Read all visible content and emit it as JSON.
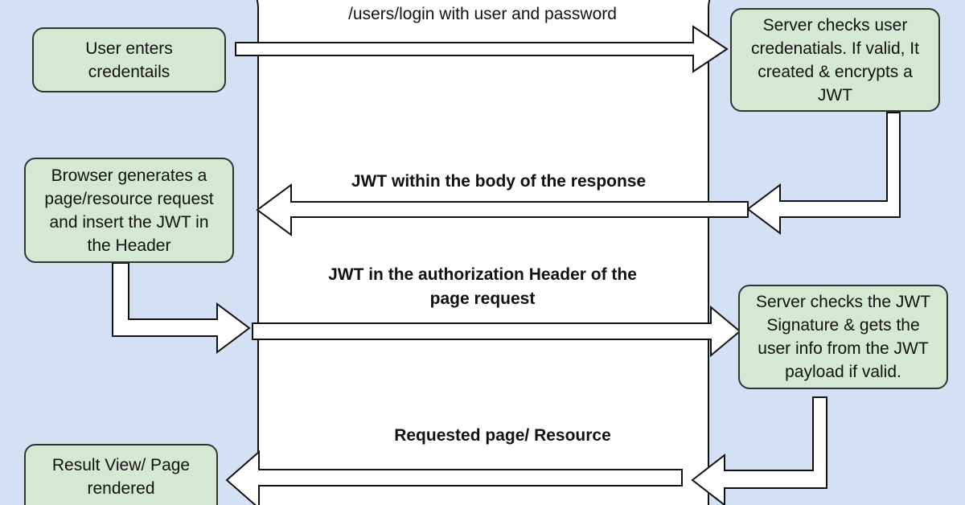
{
  "diagram": {
    "lanes": {
      "client": {
        "label": ""
      },
      "server": {
        "label": ""
      }
    },
    "nodes": {
      "user_enters": "User enters\ncredentails",
      "server_checks_credentials": "Server checks user\ncredenatials. If valid, It\ncreated & encrypts a\nJWT",
      "browser_request": "Browser generates a\npage/resource request\nand insert the JWT in\nthe Header",
      "server_checks_jwt": "Server checks the JWT\nSignature & gets the\nuser info from the JWT\npayload if valid.",
      "result_view": "Result View/ Page\nrendered"
    },
    "edges": {
      "login": "/users/login with user and password",
      "jwt_response": "JWT within the body of the response",
      "jwt_header": "JWT in the authorization Header of the\npage request",
      "requested_page": "Requested page/ Resource"
    },
    "colors": {
      "lane_fill": "#d4e1f5",
      "node_fill": "#d5e8d4",
      "arrow_fill": "#ffffff",
      "stroke": "#111111"
    }
  }
}
